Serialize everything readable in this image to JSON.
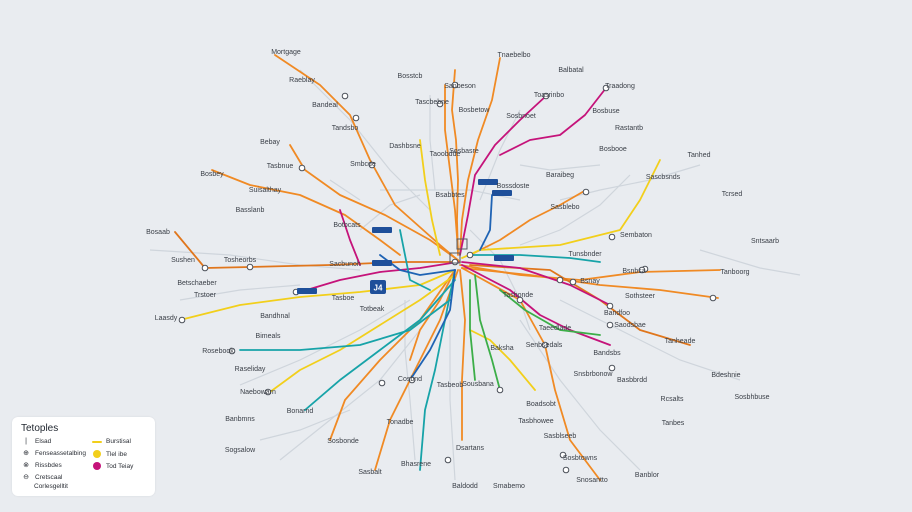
{
  "colors": {
    "background": "#e9ecf0",
    "faint_line": "#cfd5dc",
    "orange": "#f08a24",
    "dark_orange": "#e0761c",
    "magenta": "#c5137a",
    "yellow": "#f2cf1b",
    "teal": "#17a3a8",
    "green": "#3cae48",
    "blue": "#1f63b4",
    "badge_blue": "#1e4f9a",
    "station_stroke": "#4a4f58"
  },
  "hub": {
    "label": "J4"
  },
  "boxes": [
    "",
    "",
    "",
    "",
    "",
    ""
  ],
  "labels": [
    "Mortgage",
    "Raeblay",
    "Bandeal",
    "Tandsbo",
    "Bebay",
    "Bosbey",
    "Suisalthay",
    "Basslanb",
    "Bosaab",
    "Sushen",
    "Tosheorbs",
    "Betschaeber",
    "Trstoer",
    "Laasdy",
    "Bandhnal",
    "Bimeals",
    "Rosebook",
    "Raseliday",
    "Naebowarn",
    "Banbmns",
    "Sogsalow",
    "Bonarnd",
    "Sosbonde",
    "Sasbalt",
    "Cosbnd",
    "Tonadbe",
    "Bhasrene",
    "Baldodd",
    "Tasbeob",
    "Sousbana",
    "Dsartans",
    "Smabemo",
    "Tnaebelbo",
    "Balbatal",
    "Traadong",
    "Toasrinbo",
    "Sosbnoet",
    "Bosbuse",
    "Rastantb",
    "Bosbooe",
    "Tanhed",
    "Sascbsnds",
    "Tcrsed",
    "Baraibeg",
    "Sasblebo",
    "Sembaton",
    "Tunsbnder",
    "Bsnay",
    "Sothsteer",
    "Bandfoo",
    "Saodsbae",
    "Taeedlade",
    "Tanheade",
    "Bandsbs",
    "Snsbrbonow",
    "Basbbrdd",
    "Tasbonde",
    "Baksha",
    "Senbsedals",
    "Boadsobt",
    "Tasbhowee",
    "Sasblseeb",
    "Sosbtowns",
    "Snosantto",
    "Banblor",
    "Tanbes",
    "Rcsalts",
    "Bdeshnie",
    "Sosbhbuse",
    "Tanboorg",
    "Sntsaarb",
    "Bsnbsa",
    "Bossdoste",
    "Bosstcb",
    "Sanbeson",
    "Tascbebne",
    "Bosbetow",
    "Sosbasre",
    "Taoobdde",
    "Dashbsne",
    "Bsabbtes",
    "Smbcde",
    "Tasbnue",
    "Botbcats",
    "Sacbunoh",
    "Tasboe",
    "Totbeak"
  ],
  "legend": {
    "title": "Tetoples",
    "items": [
      {
        "icon": "bar-icon",
        "glyph": "|",
        "label": "Elsad"
      },
      {
        "icon": "line-symbol-icon",
        "glyph": "⊕",
        "label": "Fenseassetalbing"
      },
      {
        "icon": "route-icon",
        "glyph": "⊗",
        "label": "Rissbdes"
      },
      {
        "icon": "connector-icon",
        "glyph": "⊖",
        "label": "Cretscaal"
      },
      {
        "icon": "line-swatch-icon",
        "color": "#f2cf1b",
        "label": "Burstisal"
      },
      {
        "icon": "dot-icon",
        "color": "#f2cf1b",
        "label": "Tlel ibe"
      },
      {
        "icon": "dot-icon",
        "color": "#c5137a",
        "label": "Tod Teiay"
      }
    ],
    "extra_label": "Corlesgelltit"
  }
}
